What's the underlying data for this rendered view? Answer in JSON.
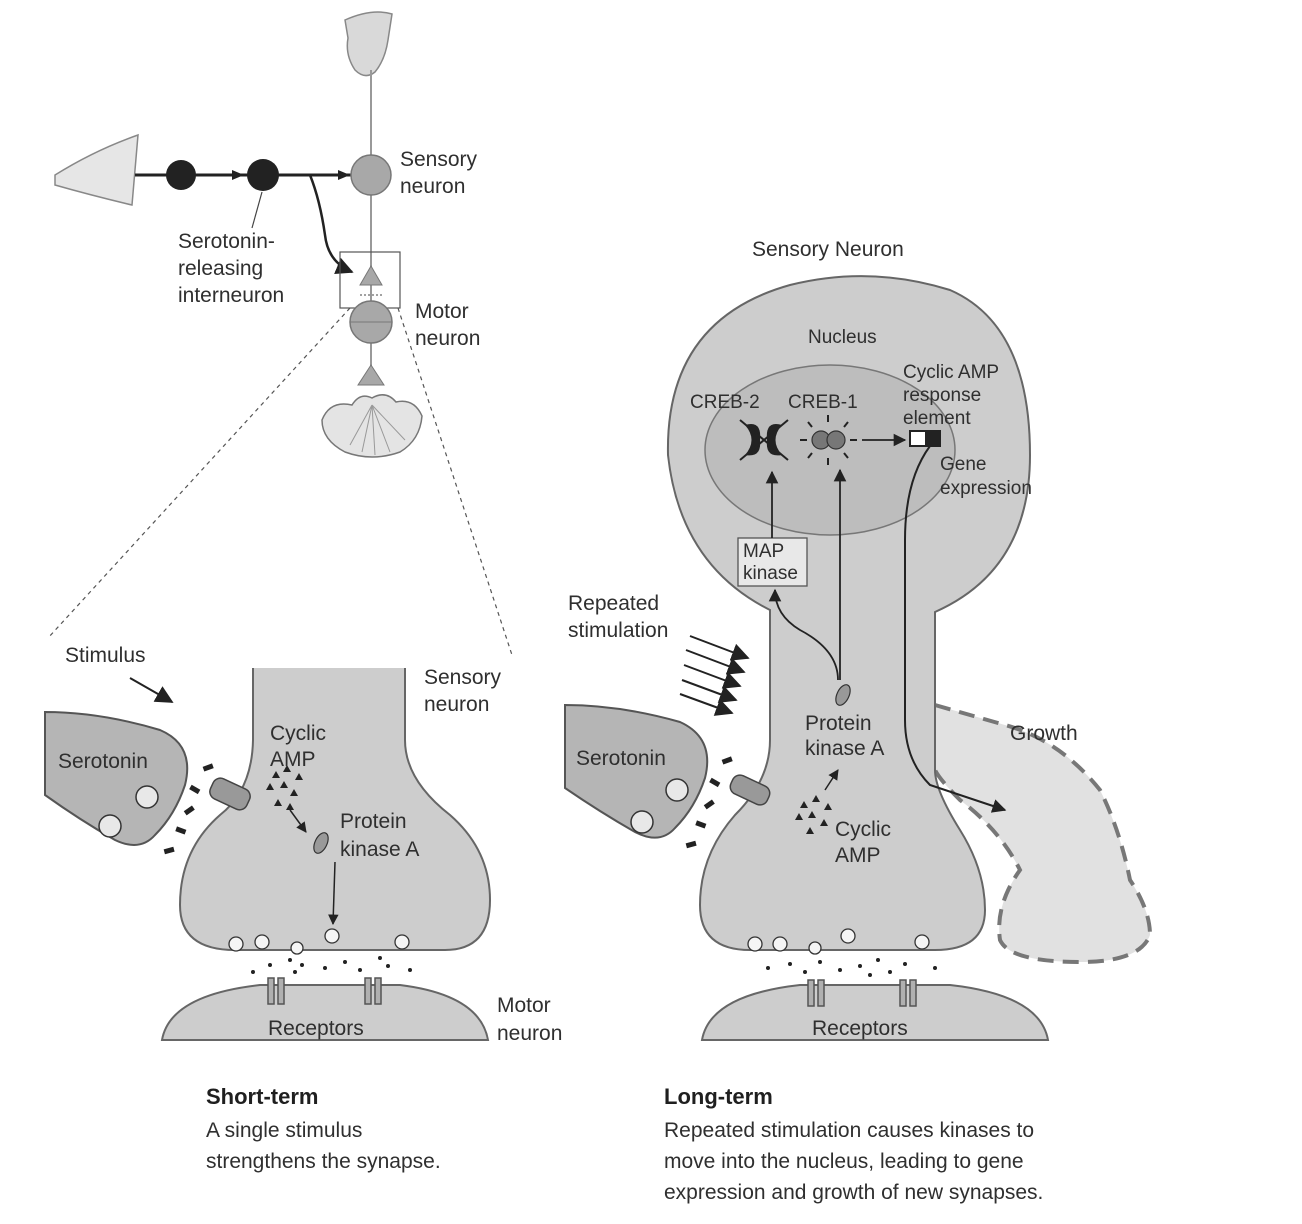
{
  "circuit": {
    "sensory_neuron": [
      "Sensory",
      "neuron"
    ],
    "interneuron": [
      "Serotonin-",
      "releasing",
      "interneuron"
    ],
    "motor_neuron": [
      "Motor",
      "neuron"
    ]
  },
  "short_term": {
    "stimulus": "Stimulus",
    "sensory_neuron": [
      "Sensory",
      "neuron"
    ],
    "serotonin": "Serotonin",
    "cyclic_amp": [
      "Cyclic",
      "AMP"
    ],
    "protein_kinase": [
      "Protein",
      "kinase A"
    ],
    "receptors": "Receptors",
    "motor_neuron": [
      "Motor",
      "neuron"
    ],
    "caption_title": "Short-term",
    "caption_lines": [
      "A single stimulus",
      "strengthens the synapse."
    ]
  },
  "long_term": {
    "title": "Sensory Neuron",
    "nucleus": "Nucleus",
    "creb2": "CREB-2",
    "creb1": "CREB-1",
    "cre": [
      "Cyclic AMP",
      "response",
      "element"
    ],
    "gene_expression": [
      "Gene",
      "expression"
    ],
    "map_kinase": [
      "MAP",
      "kinase"
    ],
    "repeated": [
      "Repeated",
      "stimulation"
    ],
    "serotonin": "Serotonin",
    "protein_kinase": [
      "Protein",
      "kinase A"
    ],
    "cyclic_amp": [
      "Cyclic",
      "AMP"
    ],
    "growth": "Growth",
    "receptors": "Receptors",
    "caption_title": "Long-term",
    "caption_lines": [
      "Repeated stimulation causes kinases to",
      "move into the nucleus, leading to gene",
      "expression and growth of new synapses."
    ]
  }
}
